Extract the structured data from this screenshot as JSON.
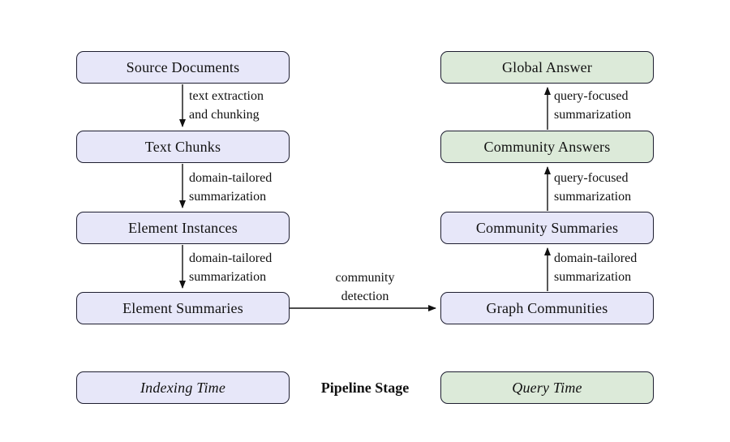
{
  "indexing": {
    "boxes": [
      "Source Documents",
      "Text Chunks",
      "Element Instances",
      "Element Summaries"
    ],
    "stage_label": "Indexing Time",
    "edges": [
      {
        "line1": "text extraction",
        "line2": "and chunking"
      },
      {
        "line1": "domain-tailored",
        "line2": "summarization"
      },
      {
        "line1": "domain-tailored",
        "line2": "summarization"
      }
    ]
  },
  "query": {
    "boxes": [
      "Global Answer",
      "Community Answers",
      "Community Summaries",
      "Graph Communities"
    ],
    "stage_label": "Query Time",
    "edges": [
      {
        "line1": "query-focused",
        "line2": "summarization"
      },
      {
        "line1": "query-focused",
        "line2": "summarization"
      },
      {
        "line1": "domain-tailored",
        "line2": "summarization"
      }
    ]
  },
  "cross_edge": {
    "line1": "community",
    "line2": "detection"
  },
  "center_label": "Pipeline Stage",
  "colors": {
    "indexing_fill": "#e7e7f9",
    "query_fill": "#dcead9",
    "box_border": "#1e1e30",
    "arrow": "#111111",
    "background": "#ffffff"
  }
}
